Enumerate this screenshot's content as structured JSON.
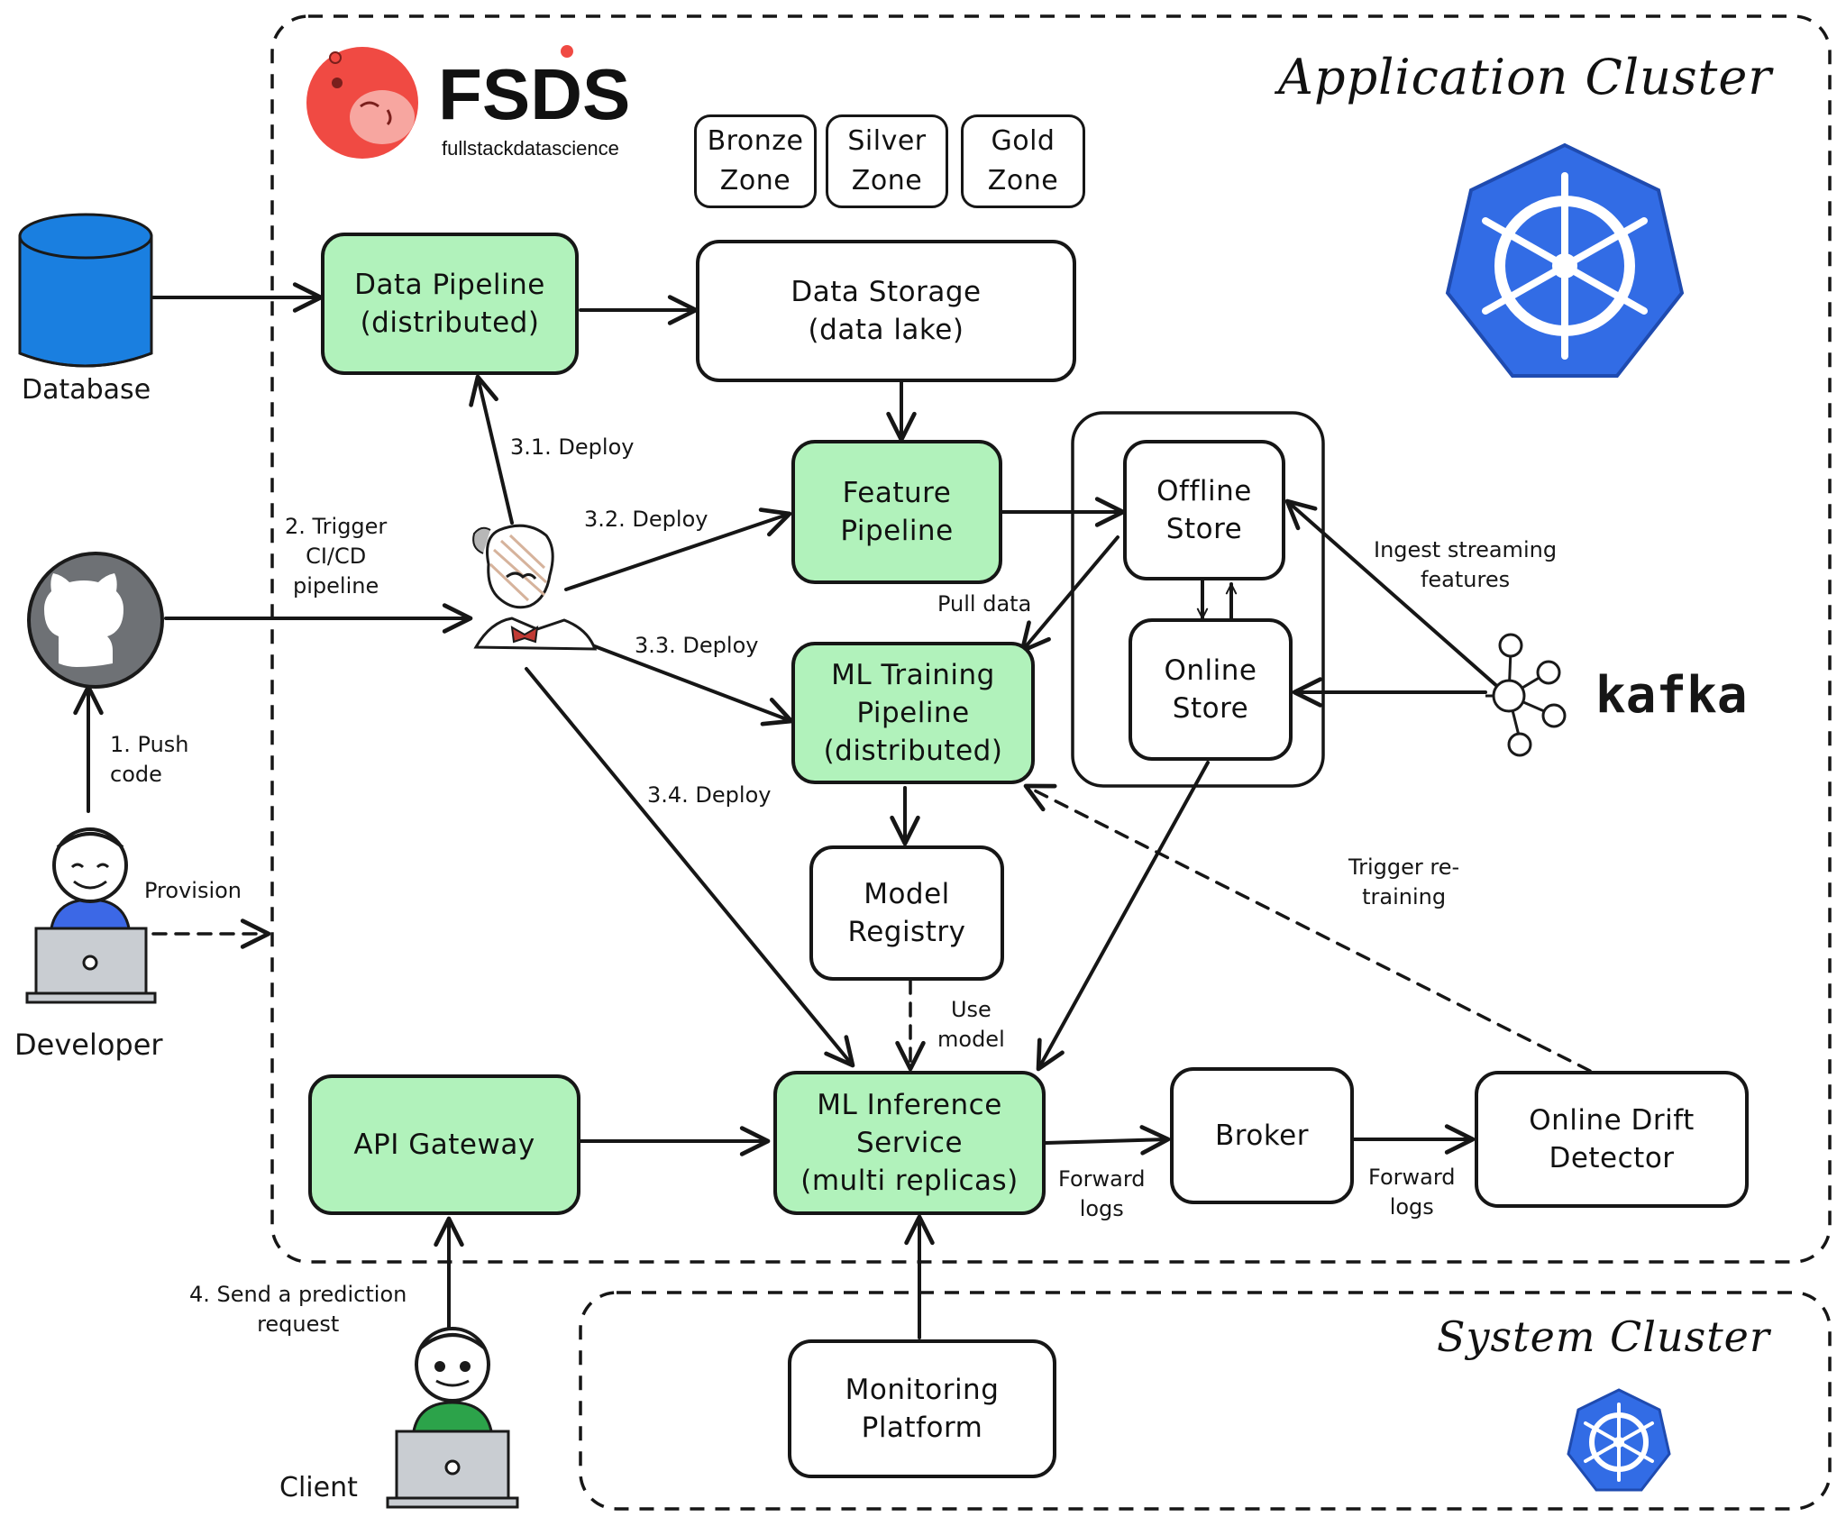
{
  "brand": {
    "name": "FSDS",
    "tagline": "fullstackdatascience"
  },
  "clusters": {
    "application": "Application Cluster",
    "system": "System Cluster"
  },
  "zones": [
    {
      "lines": [
        "Bronze",
        "Zone"
      ]
    },
    {
      "lines": [
        "Silver",
        "Zone"
      ]
    },
    {
      "lines": [
        "Gold",
        "Zone"
      ]
    }
  ],
  "actors": {
    "database": "Database",
    "developer": "Developer",
    "client": "Client",
    "kafka": "kafka"
  },
  "nodes": {
    "data_pipeline": [
      "Data Pipeline",
      "(distributed)"
    ],
    "data_storage": [
      "Data Storage",
      "(data lake)"
    ],
    "feature_pipeline": [
      "Feature",
      "Pipeline"
    ],
    "offline_store": [
      "Offline",
      "Store"
    ],
    "online_store": [
      "Online",
      "Store"
    ],
    "ml_training": [
      "ML Training",
      "Pipeline",
      "(distributed)"
    ],
    "model_registry": [
      "Model",
      "Registry"
    ],
    "api_gateway": [
      "API Gateway"
    ],
    "ml_inference": [
      "ML Inference",
      "Service",
      "(multi replicas)"
    ],
    "broker": [
      "Broker"
    ],
    "drift_detector": [
      "Online Drift",
      "Detector"
    ],
    "monitoring": [
      "Monitoring",
      "Platform"
    ]
  },
  "edge_labels": {
    "push_code": [
      "1. Push",
      "code"
    ],
    "trigger_cicd": [
      "2. Trigger",
      "CI/CD",
      "pipeline"
    ],
    "deploy_31": [
      "3.1. Deploy"
    ],
    "deploy_32": [
      "3.2. Deploy"
    ],
    "deploy_33": [
      "3.3. Deploy"
    ],
    "deploy_34": [
      "3.4. Deploy"
    ],
    "provision": [
      "Provision"
    ],
    "pull_data": [
      "Pull data"
    ],
    "ingest_streaming": [
      "Ingest streaming",
      "features"
    ],
    "trigger_retraining": [
      "Trigger re-",
      "training"
    ],
    "use_model": [
      "Use",
      "model"
    ],
    "forward_logs_1": [
      "Forward",
      "logs"
    ],
    "forward_logs_2": [
      "Forward",
      "logs"
    ],
    "send_request": [
      "4. Send a prediction",
      "request"
    ]
  },
  "colors": {
    "green_box": "#b1f2bb",
    "database_blue": "#1a7fe0",
    "kubernetes_blue": "#326ce5",
    "github_gray": "#6e7175",
    "logo_red": "#f04a43",
    "logo_pink": "#f7a6a0",
    "developer_shirt": "#3c68e6",
    "client_shirt": "#2ca34a",
    "laptop_gray": "#c9cdd2"
  },
  "icons": {
    "logo": "fsds-hippo-logo",
    "database": "database-cylinder-icon",
    "github": "github-icon",
    "jenkins": "jenkins-icon",
    "kubernetes": "kubernetes-icon",
    "kafka": "kafka-icon",
    "developer": "developer-avatar",
    "client": "client-avatar"
  }
}
